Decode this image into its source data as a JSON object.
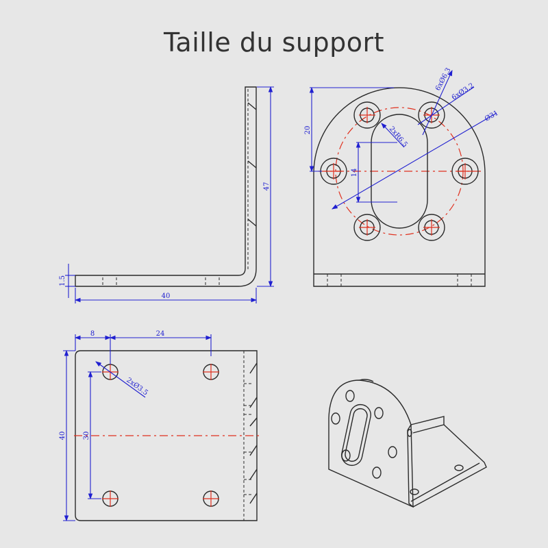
{
  "title": "Taille du support",
  "side_view": {
    "height_dim": "47",
    "thickness_dim": "1.5",
    "length_dim": "40"
  },
  "front_view": {
    "height_dim": "20",
    "slot_dim": "14",
    "hole_outer_dim": "6xØ6.3",
    "hole_inner_dim": "6xØ3.2",
    "pitch_dim": "Ø31",
    "slot_radius_dim": "2xR6.5"
  },
  "top_view": {
    "edge_offset_dim": "8",
    "hole_spacing_dim": "24",
    "width_dim": "40",
    "hole_pitch_dim": "30",
    "hole_dim": "2xØ3.5"
  }
}
